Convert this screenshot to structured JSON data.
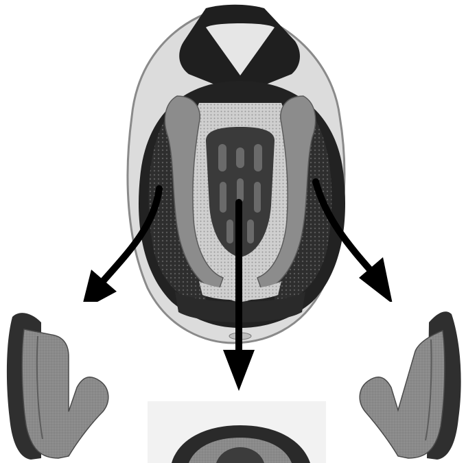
{
  "image": {
    "subject": "helmet-interior-liner-removal",
    "colors": {
      "background": "#ffffff",
      "shell": "#d9d9d9",
      "shell_edge": "#8a8a8a",
      "dark_foam": "#2b2b2b",
      "mesh": "#3a3a3a",
      "pad_light": "#8e8e8e",
      "pad_mid": "#6f6f6f",
      "crown_mesh": "#c4c4c4",
      "arrow": "#000000"
    },
    "parts": [
      {
        "name": "left-cheek-pad"
      },
      {
        "name": "crown-liner"
      },
      {
        "name": "right-cheek-pad"
      }
    ],
    "arrows": [
      {
        "name": "left-arrow",
        "target": "left-cheek-pad"
      },
      {
        "name": "center-arrow",
        "target": "crown-liner"
      },
      {
        "name": "right-arrow",
        "target": "right-cheek-pad"
      }
    ]
  }
}
